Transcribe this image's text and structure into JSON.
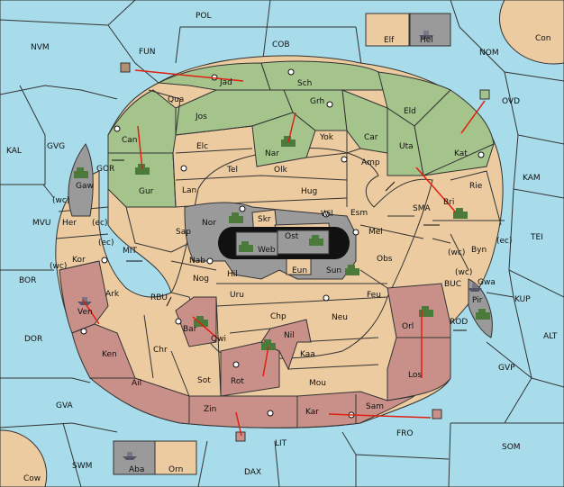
{
  "colors": {
    "sea": "#a8dcea",
    "neutral": "#eccba0",
    "power_green": "#a5c48c",
    "power_red": "#c89088",
    "power_grey": "#9a9a9a",
    "order_arrow": "#e02010"
  },
  "sea_regions": {
    "pol": "POL",
    "nvm": "NVM",
    "fun": "FUN",
    "cob": "COB",
    "nom": "NOM",
    "con": "Con",
    "kal": "KAL",
    "gvg": "GVG",
    "ovd": "OVD",
    "kam": "KAM",
    "mvu": "MVU",
    "mit": "MIT",
    "sma": "SMA",
    "tei": "TEI",
    "bor": "BOR",
    "rbu": "RBU",
    "buc": "BUC",
    "kup": "KUP",
    "dor": "DOR",
    "rod": "ROD",
    "alt": "ALT",
    "gvp": "GVP",
    "gva": "GVA",
    "fro": "FRO",
    "lit": "LIT",
    "som": "SOM",
    "swm": "SWM",
    "dax": "DAX",
    "cow": "Cow",
    "gor": "GOR",
    "wc1": "(wc)",
    "ec1": "(ec)",
    "ec2": "(ec)",
    "wc2": "(wc)",
    "wc3": "(wc)",
    "ec3": "(ec)",
    "wc4": "(wc)"
  },
  "land_regions": {
    "jad": "Jad",
    "sch": "Sch",
    "qua": "Qua",
    "jos": "Jos",
    "grh": "Grh",
    "eld": "Eld",
    "can": "Can",
    "elc": "Elc",
    "nar": "Nar",
    "yok": "Yok",
    "car": "Car",
    "uta": "Uta",
    "kat": "Kat",
    "tel": "Tel",
    "olk": "Olk",
    "amp": "Amp",
    "gur": "Gur",
    "lan": "Lan",
    "hug": "Hug",
    "rie": "Rie",
    "gaw": "Gaw",
    "wil": "Wil",
    "esm": "Esm",
    "bri": "Bri",
    "her": "Her",
    "nor": "Nor",
    "skr": "Skr",
    "ost": "Ost",
    "sap": "Sap",
    "mel": "Mel",
    "web": "Web",
    "byn": "Byn",
    "kor": "Kor",
    "nab": "Nab",
    "obs": "Obs",
    "eun": "Eun",
    "sun": "Sun",
    "hil": "Hil",
    "gwa": "Gwa",
    "ark": "Ark",
    "nog": "Nog",
    "uru": "Uru",
    "feu": "Feu",
    "pir": "Pir",
    "ven": "Ven",
    "chp": "Chp",
    "neu": "Neu",
    "orl": "Orl",
    "bar": "Bar",
    "qwi": "Qwi",
    "nil": "Nil",
    "ken": "Ken",
    "chr": "Chr",
    "kaa": "Kaa",
    "ail": "Ail",
    "sot": "Sot",
    "rot": "Rot",
    "los": "Los",
    "mou": "Mou",
    "zin": "Zin",
    "kar": "Kar",
    "sam": "Sam",
    "elf": "Elf",
    "hel": "Hel",
    "aba": "Aba",
    "orn": "Orn"
  }
}
